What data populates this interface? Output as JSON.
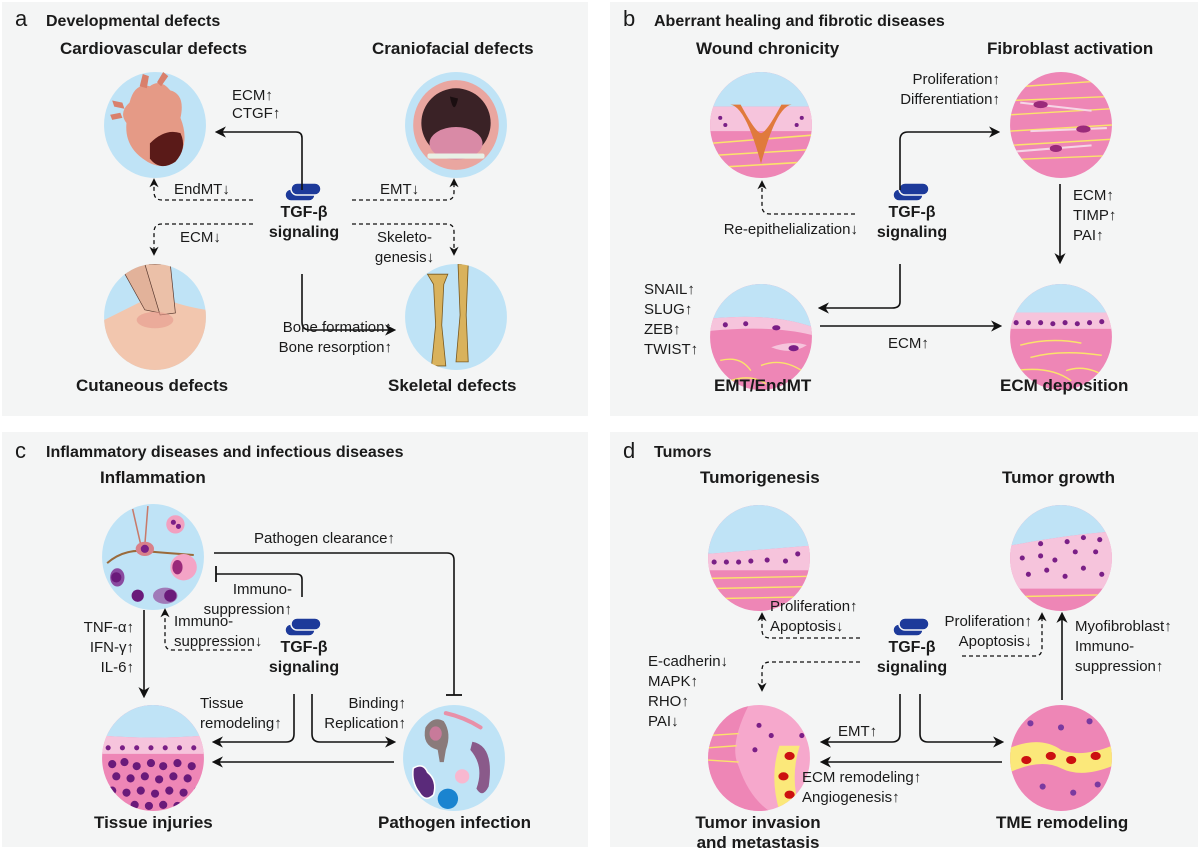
{
  "center_label": {
    "line1": "TGF-β",
    "line2": "signaling"
  },
  "colors": {
    "panel_bg": "#f4f5f5",
    "sky_blue": "#bfe3f6",
    "tissue_pink": "#ee86b6",
    "epithelium_pink": "#f6c4dc",
    "nucleus_purple": "#7a1f86",
    "collagen_yellow": "#fbe36b",
    "tgf_icon_blue": "#1d3a9a",
    "arrow": "#111111"
  },
  "panels": {
    "a": {
      "letter": "a",
      "title": "Developmental defects",
      "nodes": {
        "cardio": "Cardiovascular defects",
        "cranio": "Craniofacial defects",
        "cutaneous": "Cutaneous defects",
        "skeletal": "Skeletal defects"
      },
      "labels": {
        "ecm_up": "ECM↑",
        "ctgf_up": "CTGF↑",
        "endmt_down": "EndMT↓",
        "emt_down": "EMT↓",
        "ecm_down": "ECM↓",
        "skeleto1": "Skeleto-",
        "skeleto2": "genesis↓",
        "bone_form": "Bone formation↑",
        "bone_resorp": "Bone resorption↑"
      }
    },
    "b": {
      "letter": "b",
      "title": "Aberrant healing and fibrotic diseases",
      "nodes": {
        "wound": "Wound chronicity",
        "fibroblast": "Fibroblast activation",
        "emt": "EMT/EndMT",
        "ecm": "ECM deposition"
      },
      "labels": {
        "prolif": "Proliferation↑",
        "diff": "Differentiation↑",
        "reepi": "Re-epithelialization↓",
        "ecm_up": "ECM↑",
        "timp_up": "TIMP↑",
        "pai_up": "PAI↑",
        "snail": "SNAIL↑",
        "slug": "SLUG↑",
        "zeb": "ZEB↑",
        "twist": "TWIST↑",
        "ecm_bottom": "ECM↑"
      }
    },
    "c": {
      "letter": "c",
      "title": "Inflammatory diseases and infectious diseases",
      "nodes": {
        "inflammation": "Inflammation",
        "tissue": "Tissue injuries",
        "pathogen": "Pathogen infection"
      },
      "labels": {
        "clearance": "Pathogen clearance↑",
        "immuno_up1": "Immuno-",
        "immuno_up2": "suppression↑",
        "immuno_down1": "Immuno-",
        "immuno_down2": "suppression↓",
        "tnf": "TNF-α↑",
        "ifn": "IFN-γ↑",
        "il6": "IL-6↑",
        "tissue1": "Tissue",
        "tissue2": "remodeling↑",
        "binding": "Binding↑",
        "replication": "Replication↑"
      }
    },
    "d": {
      "letter": "d",
      "title": "Tumors",
      "nodes": {
        "tumorigenesis": "Tumorigenesis",
        "growth": "Tumor growth",
        "invasion1": "Tumor invasion",
        "invasion2": "and metastasis",
        "tme": "TME remodeling"
      },
      "labels": {
        "prolif_l": "Proliferation↑",
        "apop_l": "Apoptosis↓",
        "prolif_r": "Proliferation↑",
        "apop_r": "Apoptosis↓",
        "myo": "Myofibroblast↑",
        "immuno1": "Immuno-",
        "immuno2": "suppression↑",
        "ecad": "E-cadherin↓",
        "mapk": "MAPK↑",
        "rho": "RHO↑",
        "pai": "PAI↓",
        "emt": "EMT↑",
        "ecm_remod": "ECM remodeling↑",
        "angio": "Angiogenesis↑"
      }
    }
  }
}
